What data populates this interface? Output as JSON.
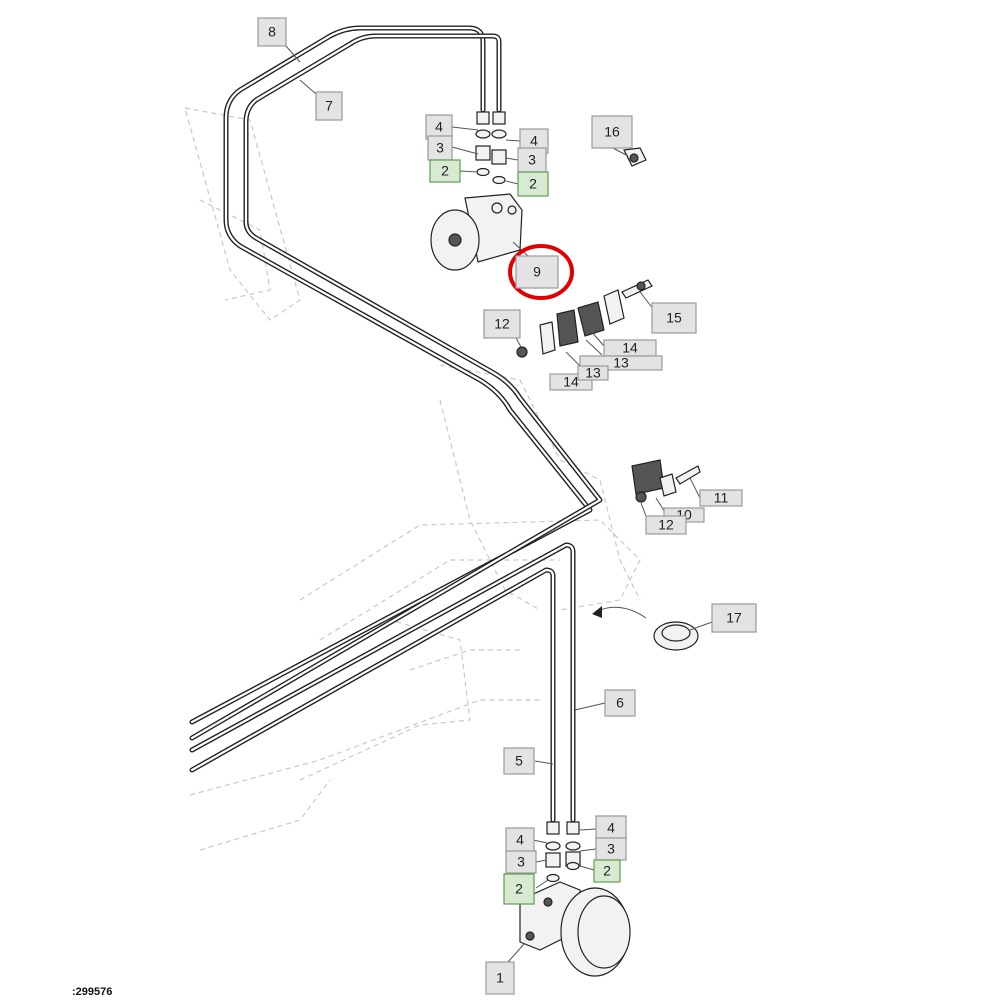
{
  "callouts": [
    {
      "id": "c8",
      "label": "8",
      "green": false
    },
    {
      "id": "c7",
      "label": "7",
      "green": false
    },
    {
      "id": "c4a",
      "label": "4",
      "green": false
    },
    {
      "id": "c3a",
      "label": "3",
      "green": false
    },
    {
      "id": "c2a",
      "label": "2",
      "green": true
    },
    {
      "id": "c4b",
      "label": "4",
      "green": false
    },
    {
      "id": "c3b",
      "label": "3",
      "green": false
    },
    {
      "id": "c2b",
      "label": "2",
      "green": true
    },
    {
      "id": "c16",
      "label": "16",
      "green": false
    },
    {
      "id": "c9",
      "label": "9",
      "green": false
    },
    {
      "id": "c15",
      "label": "15",
      "green": false
    },
    {
      "id": "c12a",
      "label": "12",
      "green": false
    },
    {
      "id": "c14a",
      "label": "14",
      "green": false
    },
    {
      "id": "c13a",
      "label": "13",
      "green": false
    },
    {
      "id": "c14b",
      "label": "14",
      "green": false
    },
    {
      "id": "c13b",
      "label": "13",
      "green": false
    },
    {
      "id": "c11",
      "label": "11",
      "green": false
    },
    {
      "id": "c10",
      "label": "10",
      "green": false
    },
    {
      "id": "c12b",
      "label": "12",
      "green": false
    },
    {
      "id": "c17",
      "label": "17",
      "green": false
    },
    {
      "id": "c6",
      "label": "6",
      "green": false
    },
    {
      "id": "c5",
      "label": "5",
      "green": false
    },
    {
      "id": "c4c",
      "label": "4",
      "green": false
    },
    {
      "id": "c4d",
      "label": "4",
      "green": false
    },
    {
      "id": "c3c",
      "label": "3",
      "green": false
    },
    {
      "id": "c3d",
      "label": "3",
      "green": false
    },
    {
      "id": "c2c",
      "label": "2",
      "green": true
    },
    {
      "id": "c2d",
      "label": "2",
      "green": true
    },
    {
      "id": "c1",
      "label": "1",
      "green": false
    }
  ],
  "highlighted_part": "9",
  "colors": {
    "highlight": "#e00000",
    "callout_fill": "#e3e3e3",
    "callout_green_fill": "#d9ead3",
    "pipe": "#222222",
    "ghost_frame": "#c8c8c8"
  },
  "reference_id": ":299576"
}
